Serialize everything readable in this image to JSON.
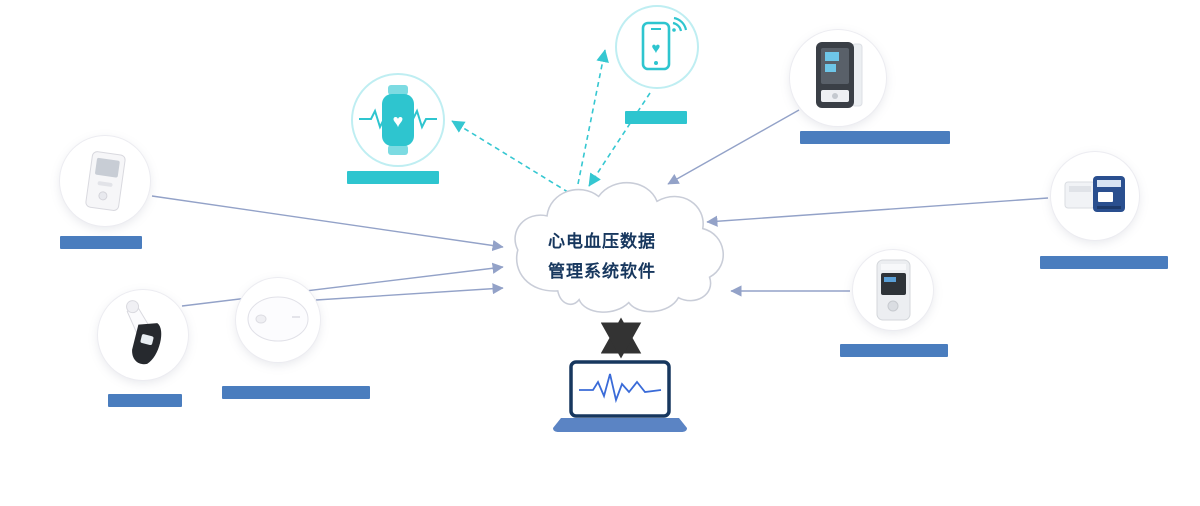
{
  "cloud": {
    "title_line1": "心电血压数据",
    "title_line2": "管理系统软件",
    "fill": "#ffffff",
    "border_color": "#c9cdd8",
    "text_color": "#17375e"
  },
  "colors": {
    "teal_accent": "#2ec5cf",
    "teal_light": "#bfeef2",
    "blue_label_bar": "#4a7dbe",
    "teal_label_bar": "#2ec5cf",
    "connector_line": "#93a2c8",
    "dashed_connector": "#35c7d1",
    "cloud_laptop_arrow": "#333333",
    "laptop_screen_border": "#17375e",
    "laptop_base": "#5b84c4",
    "waveform": "#3a6bd8"
  },
  "nodes": [
    {
      "id": "handheld-ecg-device",
      "kind": "device-photo",
      "label_bar": {
        "color": "#4a7dbe",
        "width": 82
      }
    },
    {
      "id": "ear-thermometer-device",
      "kind": "device-photo",
      "label_bar": {
        "color": "#4a7dbe",
        "width": 74
      }
    },
    {
      "id": "patch-ecg-device",
      "kind": "device-photo",
      "label_bar": {
        "color": "#4a7dbe",
        "width": 148
      }
    },
    {
      "id": "smartwatch",
      "kind": "teal-icon",
      "label_bar": {
        "color": "#2ec5cf",
        "width": 92
      }
    },
    {
      "id": "smartphone",
      "kind": "teal-icon",
      "label_bar": {
        "color": "#2ec5cf",
        "width": 62
      }
    },
    {
      "id": "blood-pressure-monitor",
      "kind": "device-photo",
      "label_bar": {
        "color": "#4a7dbe",
        "width": 150
      }
    },
    {
      "id": "ambulatory-bp-device",
      "kind": "device-photo",
      "label_bar": {
        "color": "#4a7dbe",
        "width": 128
      }
    },
    {
      "id": "holter-recorder",
      "kind": "device-photo",
      "label_bar": {
        "color": "#4a7dbe",
        "width": 108
      }
    },
    {
      "id": "laptop-ecg-software",
      "kind": "illustration"
    }
  ],
  "connectors": {
    "solid_into_cloud": [
      "handheld-ecg-device",
      "ear-thermometer-device",
      "patch-ecg-device",
      "blood-pressure-monitor",
      "ambulatory-bp-device",
      "holter-recorder"
    ],
    "dashed_teal": [
      "cloud-to-smartwatch",
      "cloud-to-smartphone",
      "smartphone-to-cloud"
    ],
    "double_headed": [
      "cloud-to-laptop"
    ]
  }
}
